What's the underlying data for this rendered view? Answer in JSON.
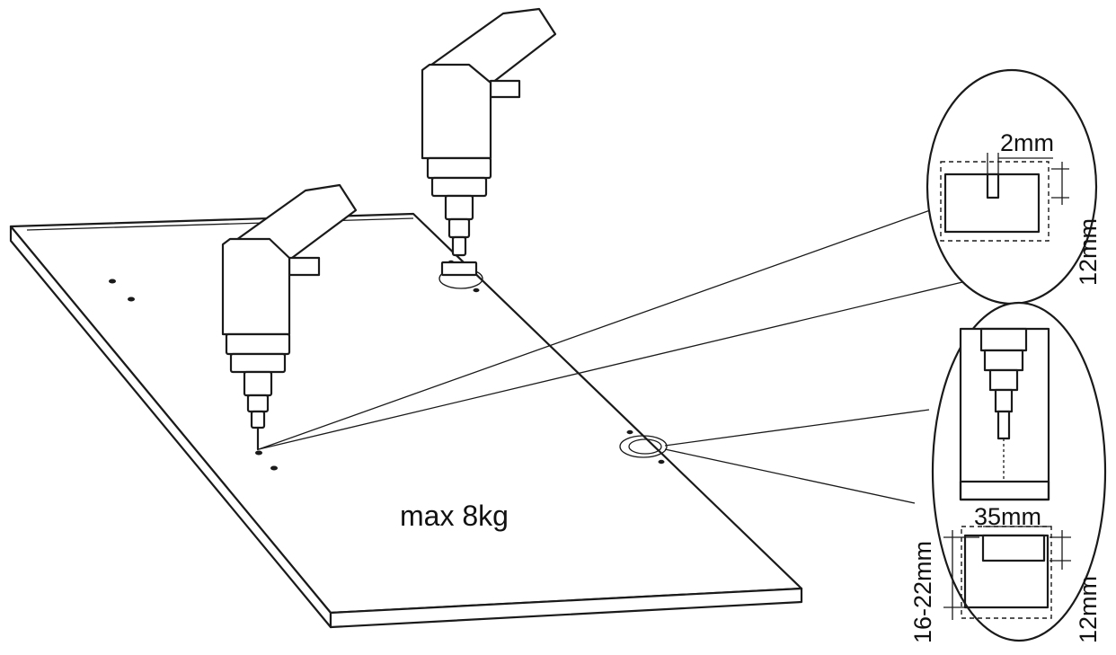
{
  "figure": {
    "load_label": "max 8kg",
    "detail_top": {
      "width_label": "2mm",
      "depth_label": "12mm"
    },
    "detail_bottom": {
      "width_label": "35mm",
      "depth_label": "12mm",
      "thickness_label": "16-22mm"
    }
  },
  "colors": {
    "line": "#1a1a1a",
    "hatch": "#1a1a1a",
    "background": "#ffffff"
  },
  "icons": [
    "drill-icon",
    "drill-icon"
  ]
}
